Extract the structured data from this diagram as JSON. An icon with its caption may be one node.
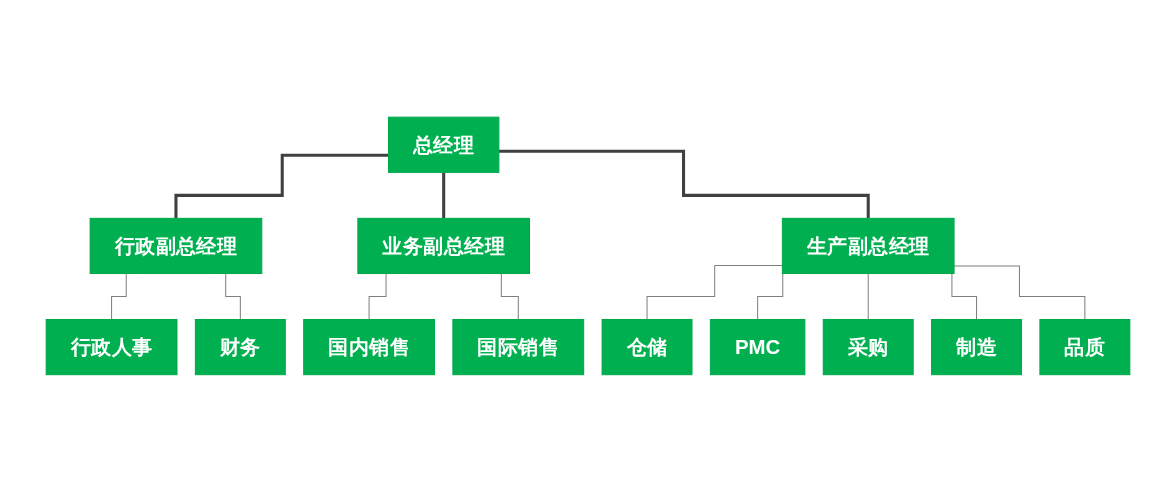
{
  "diagram": {
    "nodes": [
      {
        "text": [
          "总经理"
        ]
      },
      {
        "text": [
          "行政副总经理"
        ]
      },
      {
        "text": [
          "业务副总经理"
        ]
      },
      {
        "text": [
          "生产副总经理"
        ]
      },
      {
        "text": [
          "行政人事"
        ]
      },
      {
        "text": [
          "财务"
        ]
      },
      {
        "text": [
          "国内销售"
        ]
      },
      {
        "text": [
          "国际销售"
        ]
      },
      {
        "text": [
          "仓储"
        ]
      },
      {
        "text": [
          "PMC"
        ]
      },
      {
        "text": [
          "采购"
        ]
      },
      {
        "text": [
          "制造"
        ]
      },
      {
        "text": [
          "品质"
        ]
      }
    ],
    "edges": [
      {
        "from": 0,
        "to": 1,
        "arrow": "none",
        "style": "thick",
        "color": "#404040"
      },
      {
        "from": 0,
        "to": 2,
        "arrow": "none",
        "style": "thick",
        "color": "#404040"
      },
      {
        "from": 0,
        "to": 3,
        "arrow": "none",
        "style": "thick",
        "color": "#404040"
      },
      {
        "from": 1,
        "to": 4,
        "arrow": "none"
      },
      {
        "from": 1,
        "to": 5,
        "arrow": "none"
      },
      {
        "from": 2,
        "to": 6,
        "arrow": "none"
      },
      {
        "from": 2,
        "to": 7,
        "arrow": "none"
      },
      {
        "from": 3,
        "to": 8,
        "arrow": "none"
      },
      {
        "from": 3,
        "to": 9,
        "arrow": "none"
      },
      {
        "from": 3,
        "to": 10,
        "arrow": "none"
      },
      {
        "from": 3,
        "to": 11,
        "arrow": "none"
      },
      {
        "from": 3,
        "to": 12,
        "arrow": "none"
      }
    ]
  }
}
